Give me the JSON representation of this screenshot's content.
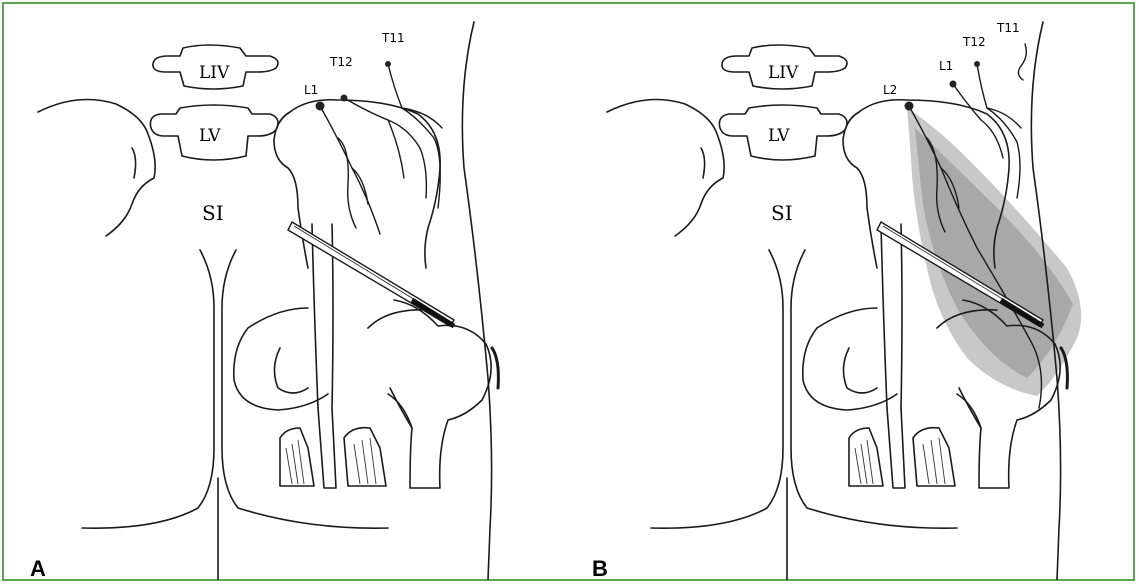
{
  "figure": {
    "border_color": "#5aa84e",
    "panels": [
      {
        "id": "A",
        "letter": "A",
        "vertebra_upper": "LIV",
        "vertebra_lower": "LV",
        "sacrum": "SI",
        "nerve_labels": [
          "L1",
          "T12",
          "T11"
        ],
        "shaded_region": false
      },
      {
        "id": "B",
        "letter": "B",
        "vertebra_upper": "LIV",
        "vertebra_lower": "LV",
        "sacrum": "SI",
        "nerve_labels": [
          "L2",
          "L1",
          "T12",
          "T11"
        ],
        "shaded_region": true
      }
    ]
  }
}
